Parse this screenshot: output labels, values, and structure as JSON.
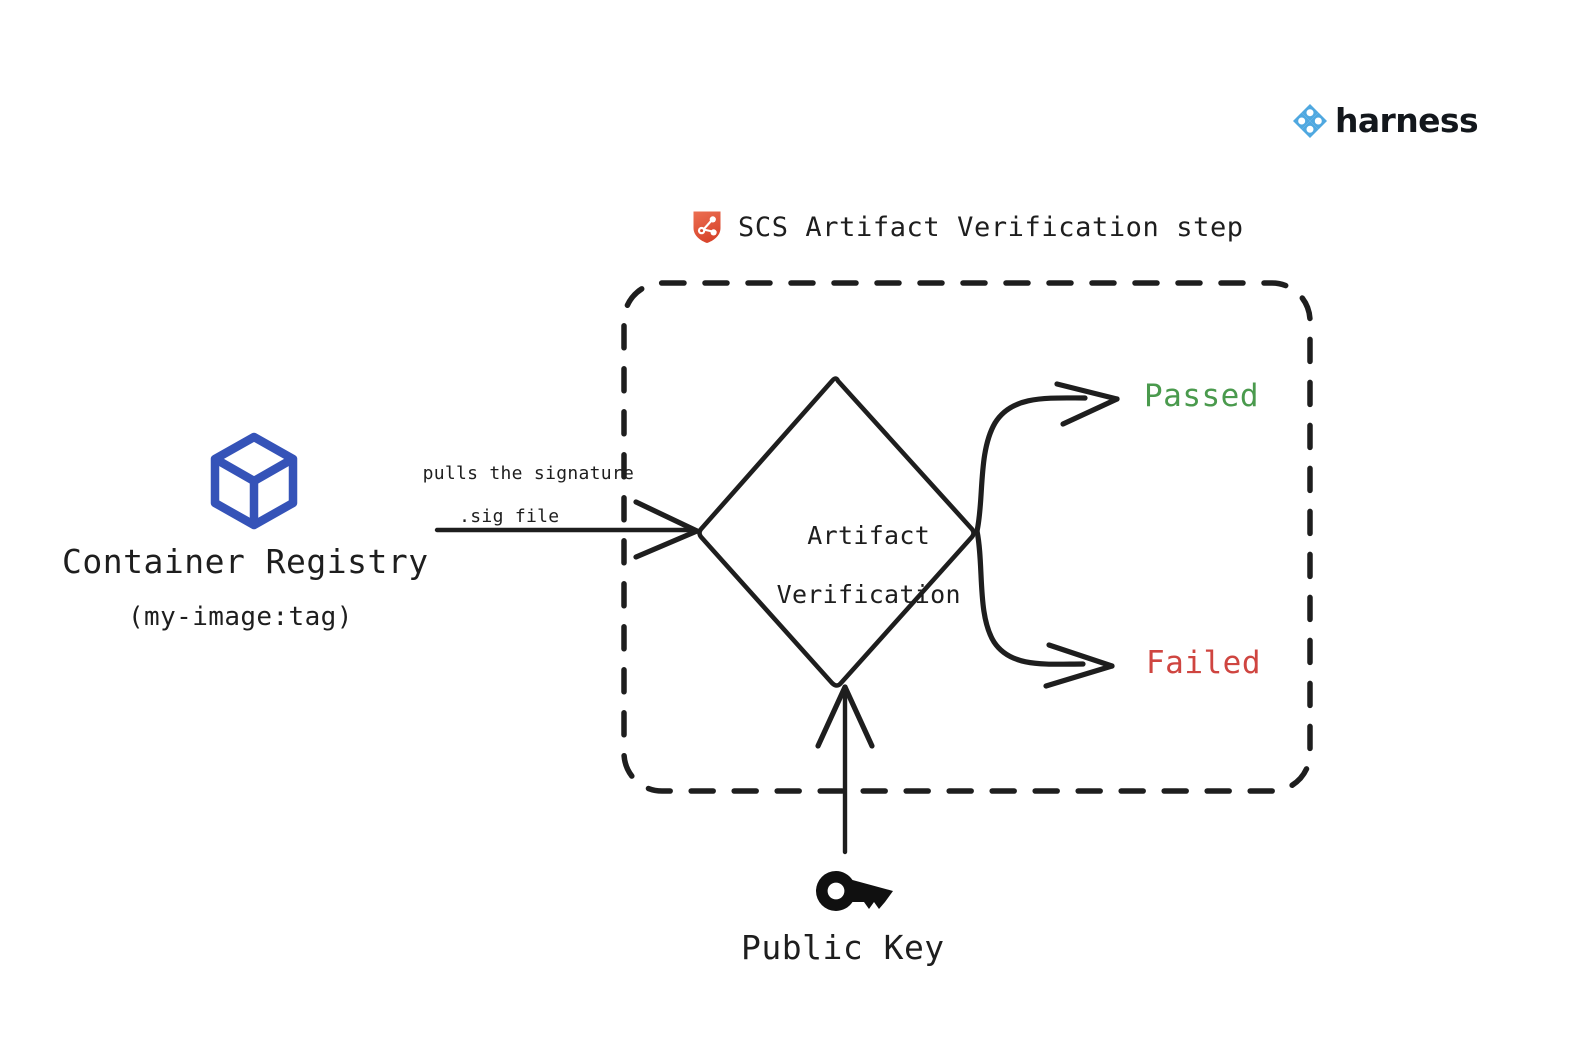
{
  "brand": {
    "name": "harness",
    "logo_icon": "harness-diamond-logo-icon",
    "logo_color": "#4fa8e0"
  },
  "diagram": {
    "title": "SCS Artifact Verification step",
    "title_icon": "scs-shield-icon",
    "title_icon_color": "#e2573f",
    "boundary": {
      "name": "scs-step-boundary",
      "style": "dashed-rounded-rect",
      "color": "#1e1e1e"
    },
    "nodes": {
      "registry": {
        "icon": "container-cube-icon",
        "icon_color": "#3553b8",
        "label": "Container Registry",
        "sublabel": "(my-image:tag)"
      },
      "verification": {
        "shape": "diamond",
        "line1": "Artifact",
        "line2": "Verification"
      },
      "public_key": {
        "icon": "key-icon",
        "icon_color": "#101010",
        "label": "Public Key"
      },
      "passed": {
        "label": "Passed",
        "color": "#4a9a4d"
      },
      "failed": {
        "label": "Failed",
        "color": "#cf4540"
      }
    },
    "edges": {
      "registry_to_verification": {
        "annotation_line1": "pulls the signature",
        "annotation_line2": ".sig file"
      },
      "verification_to_passed": {
        "annotation": ""
      },
      "verification_to_failed": {
        "annotation": ""
      },
      "key_to_verification": {
        "annotation": ""
      }
    }
  }
}
